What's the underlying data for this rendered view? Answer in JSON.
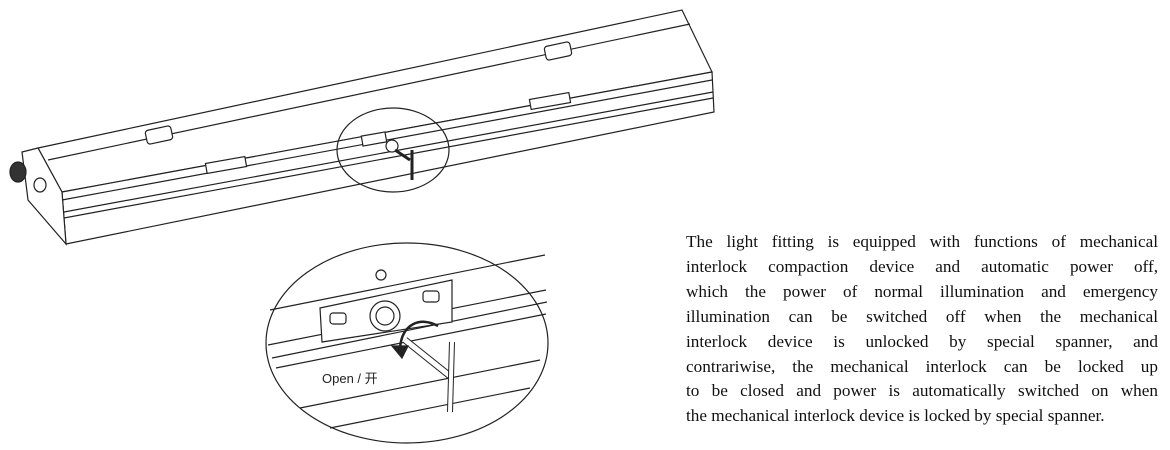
{
  "callout": {
    "open_label": "Open / 开"
  },
  "description": {
    "lines": [
      "The light fitting is equipped with functions of mechanical",
      "interlock compaction  device  and automatic  power off,",
      "which the power of normal illumination and emergency",
      "illumination can be switched off  when  the mechanical",
      "interlock  device  is  unlocked  by  special spanner, and",
      "contrariwise, the mechanical interlock can be locked up",
      "to be closed and power is automatically switched on when",
      "the mechanical interlock device is locked by special spanner."
    ]
  }
}
